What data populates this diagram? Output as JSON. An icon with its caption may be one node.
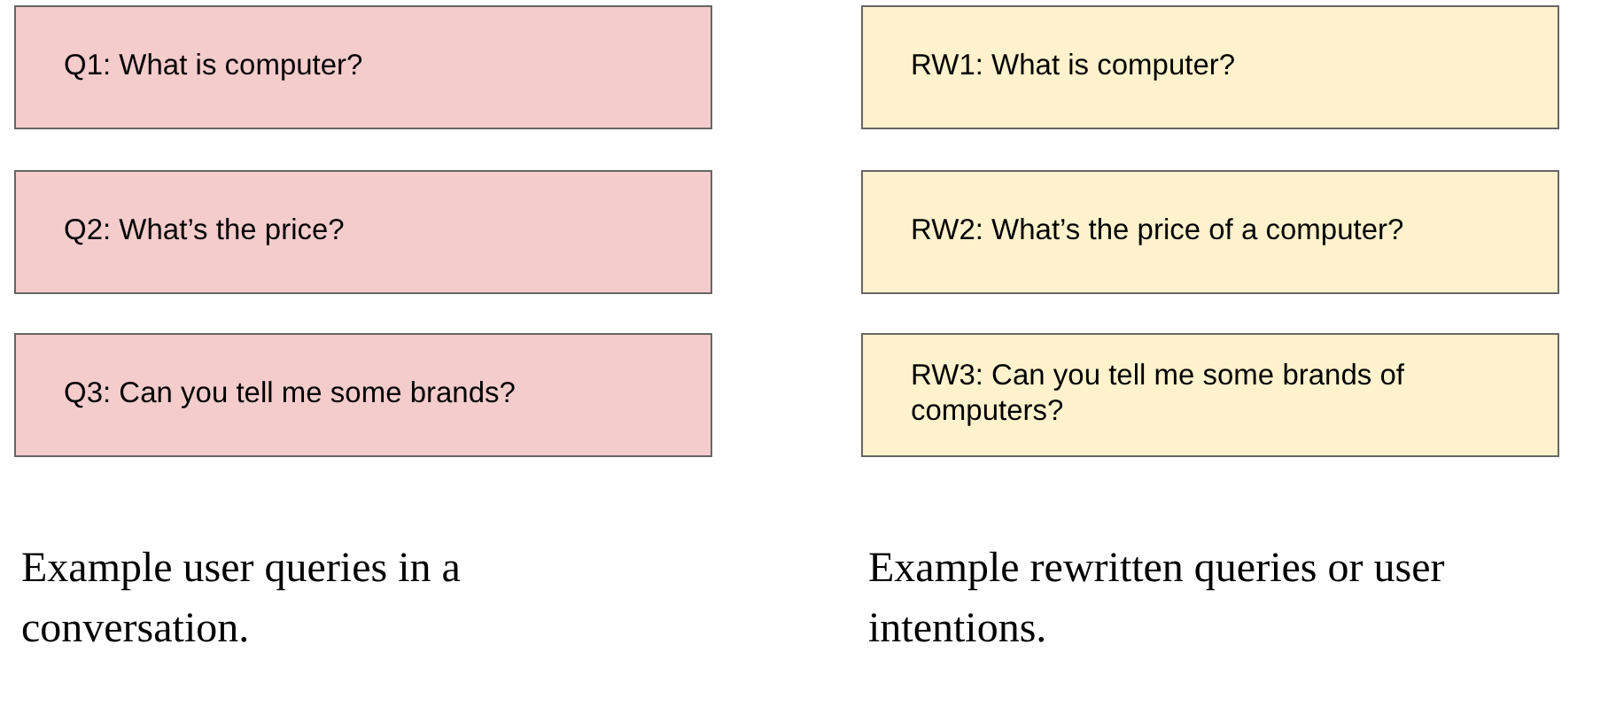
{
  "diagram": {
    "nodes": [
      {
        "text": [
          "Q1: What is computer?"
        ]
      },
      {
        "text": [
          "Q2: What’s the price?"
        ]
      },
      {
        "text": [
          "Q3: Can you tell me some brands?"
        ]
      },
      {
        "text": [
          "RW1: What is computer?"
        ]
      },
      {
        "text": [
          "RW2: What’s the price of a computer?"
        ]
      },
      {
        "text": [
          "RW3: Can you tell me some brands of computers?"
        ]
      }
    ],
    "labels": [
      "Example user queries in a conversation.",
      "Example rewritten queries or user intentions."
    ]
  }
}
